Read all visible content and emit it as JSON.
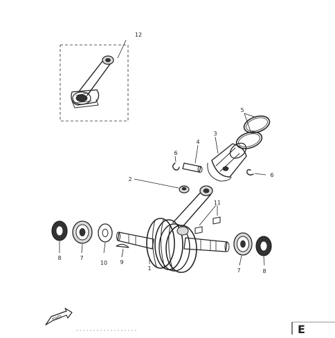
{
  "diagram": {
    "callouts": {
      "c12": "12",
      "c5": "5",
      "c3": "3",
      "c4": "4",
      "c6a": "6",
      "c6b": "6",
      "c2": "2",
      "c11": "11",
      "c8a": "8",
      "c7a": "7",
      "c10": "10",
      "c9": "9",
      "c1": "1",
      "c7b": "7",
      "c8b": "8"
    },
    "fwd_label": "FWD",
    "page_letter": "E"
  }
}
